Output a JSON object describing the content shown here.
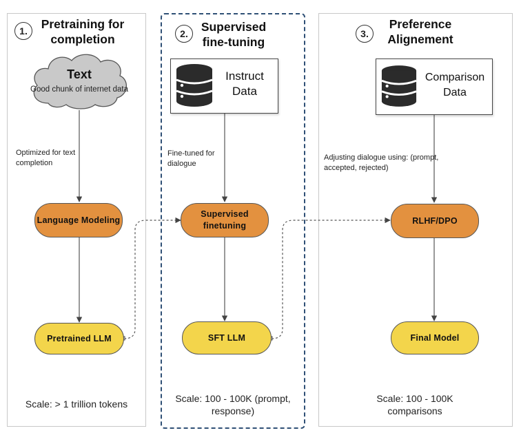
{
  "stages": [
    {
      "number": "1.",
      "title": "Pretraining for completion",
      "source": {
        "heading": "Text",
        "subtext": "Good chunk of internet data",
        "icon": "cloud-icon"
      },
      "annotation": "Optimized for text completion",
      "process": "Language Modeling",
      "output": "Pretrained LLM",
      "scale": "Scale: > 1 trillion tokens"
    },
    {
      "number": "2.",
      "title": "Supervised fine-tuning",
      "source": {
        "label": "Instruct Data",
        "icon": "database-icon"
      },
      "annotation": "Fine-tuned for dialogue",
      "process": "Supervised finetuning",
      "output": "SFT LLM",
      "scale": "Scale: 100 - 100K (prompt, response)"
    },
    {
      "number": "3.",
      "title": "Preference Alignement",
      "source": {
        "label": "Comparison Data",
        "icon": "database-icon"
      },
      "annotation": "Adjusting dialogue using: (prompt, accepted, rejected)",
      "process": "RLHF/DPO",
      "output": "Final Model",
      "scale": "Scale: 100 - 100K comparisons"
    }
  ],
  "colors": {
    "process_fill": "#e3913f",
    "output_fill": "#f3d54b",
    "cloud_fill": "#c9c9c9",
    "highlight_border": "#2e4f75"
  }
}
